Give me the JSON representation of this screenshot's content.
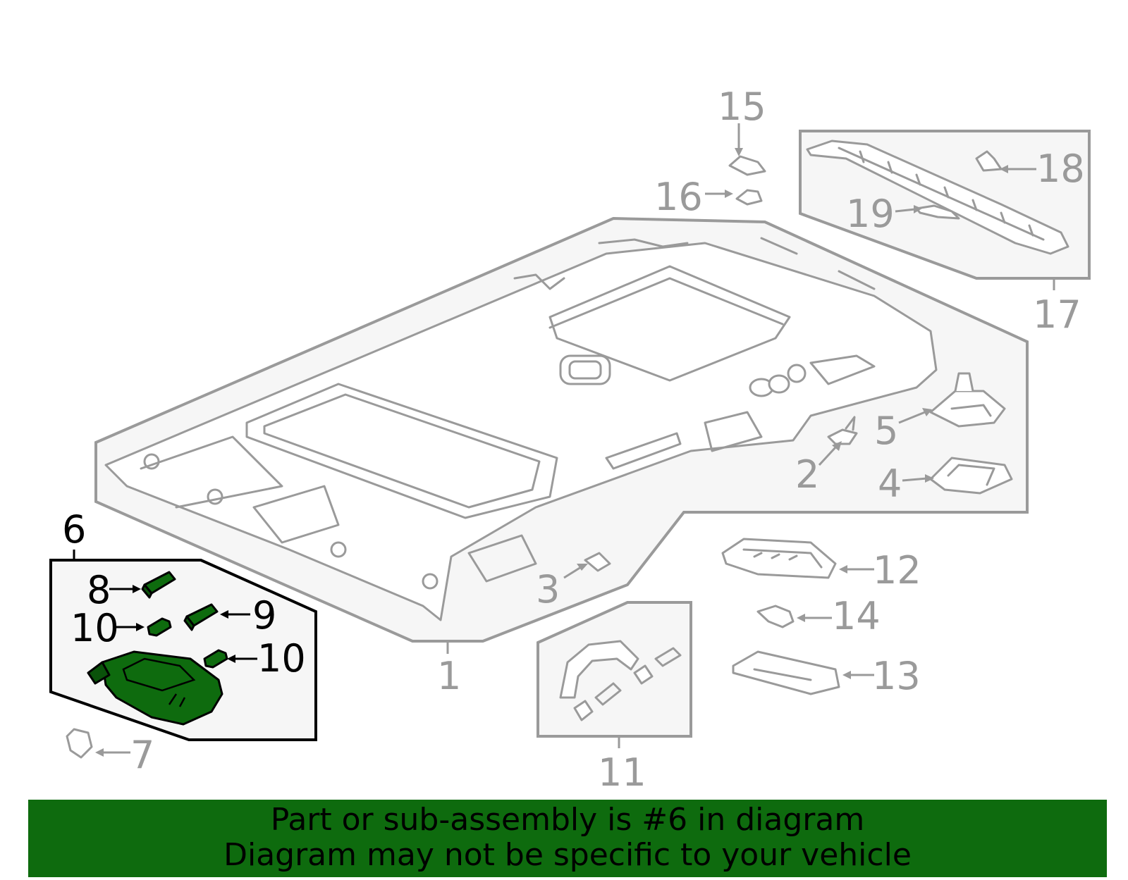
{
  "labels": {
    "p1": "1",
    "p2": "2",
    "p3": "3",
    "p4": "4",
    "p5": "5",
    "p6": "6",
    "p7": "7",
    "p8": "8",
    "p9": "9",
    "p10a": "10",
    "p10b": "10",
    "p11": "11",
    "p12": "12",
    "p13": "13",
    "p14": "14",
    "p15": "15",
    "p16": "16",
    "p17": "17",
    "p18": "18",
    "p19": "19"
  },
  "colors": {
    "highlight": "#0e6b0e",
    "callout_gray": "#9a9a9a",
    "callout_black": "#000000",
    "panel_fill": "#f6f6f6"
  },
  "banner": {
    "line1": "Part or sub-assembly is #6 in diagram",
    "line2": "Diagram may not be specific to your vehicle"
  }
}
